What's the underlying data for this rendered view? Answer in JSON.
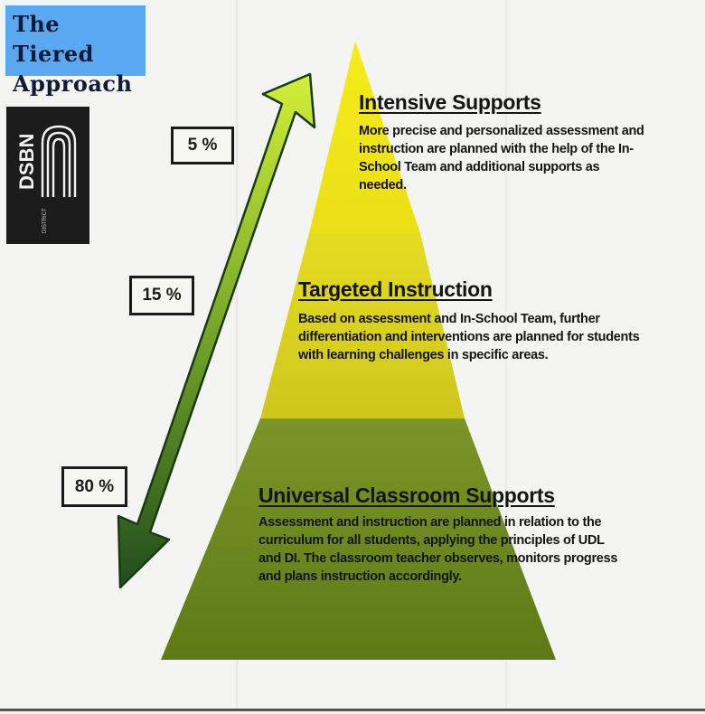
{
  "title": {
    "line1": "The Tiered",
    "line2": "Approach"
  },
  "logo": {
    "letters": "DSBN",
    "caption": "DISTRICT"
  },
  "percentages": {
    "top": "5 %",
    "middle": "15 %",
    "bottom": "80 %"
  },
  "tiers": [
    {
      "title": "Intensive Supports",
      "lines": [
        "More precise and personalized assessment and",
        "instruction are planned with the help of the In-",
        "School Team and additional supports as",
        "needed."
      ]
    },
    {
      "title": "Targeted Instruction",
      "lines": [
        "Based on assessment and In-School Team, further",
        "differentiation and interventions are planned for students",
        "with learning challenges in specific areas."
      ]
    },
    {
      "title": "Universal Classroom Supports",
      "lines": [
        "Assessment and instruction are planned in relation to the",
        "curriculum for all students, applying the principles of UDL",
        "and DI.  The classroom teacher observes, monitors progress",
        "and plans instruction accordingly."
      ]
    }
  ],
  "colors": {
    "top_tier": "#f0e61a",
    "middle_tier": "#d9d020",
    "bottom_tier": "#6e8a1e",
    "arrow_light": "#d4ef3a",
    "arrow_dark": "#1f4d1c",
    "title_box": "#5aa8f0"
  }
}
